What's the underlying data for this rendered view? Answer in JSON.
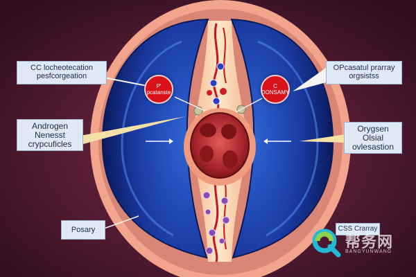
{
  "labels": {
    "top_left": [
      "CC locheotecation",
      "pesfcorgeation"
    ],
    "top_right": [
      "OPcasatul prarray",
      "orgsistss"
    ],
    "mid_left": [
      "Androgen",
      "Nenesst",
      "crypcuficles"
    ],
    "mid_right": [
      "Orygsen",
      "Olsial",
      "ovlesastion"
    ],
    "bottom_left": [
      "Posary"
    ],
    "bottom_right": [
      "CSS Crarray"
    ]
  },
  "badges": {
    "left": [
      "P'",
      "pcatanste"
    ],
    "right": [
      "C",
      "DONSAMY"
    ]
  },
  "watermark": {
    "brand": "帮务网",
    "sub": "BANGYUNWANG"
  },
  "colors": {
    "background": "#4a1a2e",
    "ring": "#f2a58c",
    "chamber": "#1f45b4",
    "chamber_dark": "#0d1f6b",
    "channel": "#fbd9b5",
    "organ": "#b42b2e",
    "badge": "#d8111a"
  }
}
